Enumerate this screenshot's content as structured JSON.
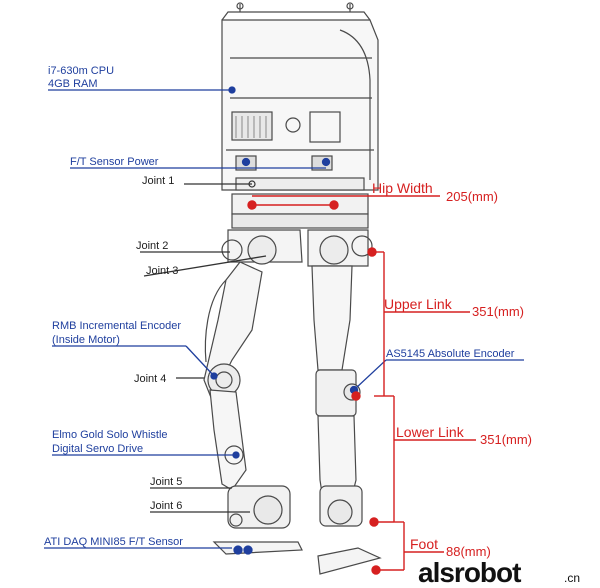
{
  "labels": {
    "cpu": "i7-630m CPU",
    "ram": "4GB RAM",
    "ft_power": "F/T Sensor Power",
    "joint1": "Joint 1",
    "joint2": "Joint 2",
    "joint3": "Joint 3",
    "rmb1": "RMB Incremental Encoder",
    "rmb2": "(Inside Motor)",
    "joint4": "Joint 4",
    "elmo1": "Elmo Gold Solo Whistle",
    "elmo2": "Digital Servo Drive",
    "joint5": "Joint 5",
    "joint6": "Joint 6",
    "ati": "ATI DAQ MINI85 F/T Sensor",
    "as5145": "AS5145 Absolute Encoder"
  },
  "dimensions": {
    "hip_label": "Hip Width",
    "hip_value": "205(mm)",
    "upper_label": "Upper Link",
    "upper_value": "351(mm)",
    "lower_label": "Lower Link",
    "lower_value": "351(mm)",
    "foot_label": "Foot",
    "foot_value": "88(mm)"
  },
  "watermark": {
    "brand": "alsrobot",
    "suffix": ".cn"
  },
  "colors": {
    "blue": "#1f3f9e",
    "red": "#d62020",
    "robot": "#4a4a4a"
  }
}
